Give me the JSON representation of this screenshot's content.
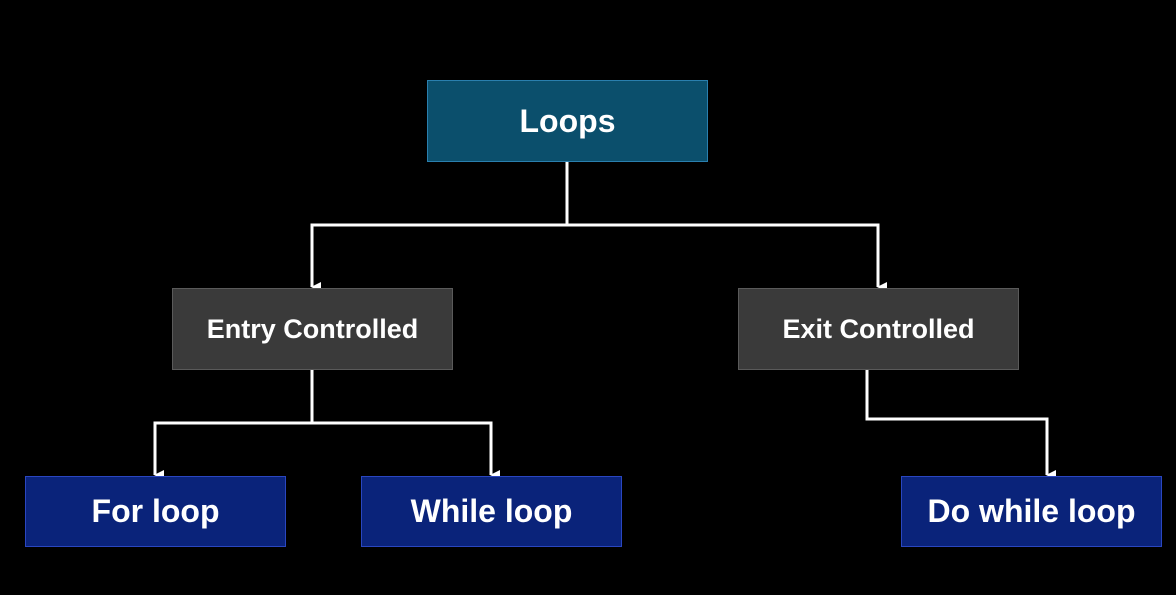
{
  "diagram": {
    "type": "tree",
    "root": {
      "label": "Loops"
    },
    "level1": [
      {
        "id": "entry",
        "label": "Entry Controlled"
      },
      {
        "id": "exit",
        "label": "Exit Controlled"
      }
    ],
    "level2": [
      {
        "id": "for",
        "label": "For loop",
        "parent": "entry"
      },
      {
        "id": "while",
        "label": "While loop",
        "parent": "entry"
      },
      {
        "id": "dowhile",
        "label": "Do while loop",
        "parent": "exit"
      }
    ],
    "colors": {
      "background": "#000000",
      "root_fill": "#0b4f6c",
      "mid_fill": "#3a3a3a",
      "leaf_fill": "#0a237a",
      "connector": "#ffffff",
      "text": "#ffffff"
    }
  }
}
